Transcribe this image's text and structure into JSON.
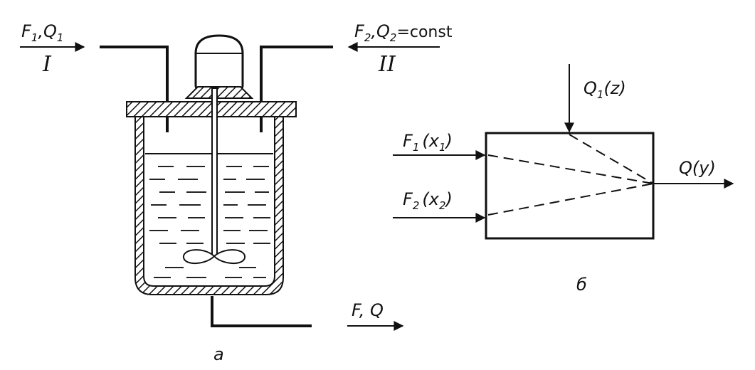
{
  "diagram_a": {
    "caption": "a",
    "inlet_1": {
      "symbol_f": "F",
      "sub_f": "1",
      "symbol_q": "Q",
      "sub_q": "1",
      "roman": "I"
    },
    "inlet_2": {
      "symbol_f": "F",
      "sub_f": "2",
      "symbol_q": "Q",
      "sub_q": "2",
      "suffix": "=const",
      "roman": "II"
    },
    "outlet": {
      "label": "F, Q"
    }
  },
  "diagram_b": {
    "caption": "б",
    "input_1": {
      "symbol": "F",
      "sub": "1",
      "var": "(x",
      "var_sub": "1",
      "var_end": ")"
    },
    "input_2": {
      "symbol": "F",
      "sub": "2",
      "var": "(x",
      "var_sub": "2",
      "var_end": ")"
    },
    "top_input": {
      "symbol": "Q",
      "sub": "1",
      "var": "(z)"
    },
    "output": {
      "label": "Q(y)"
    }
  },
  "colors": {
    "ink": "#111111",
    "background": "#ffffff",
    "liquid_dash": "#222222"
  }
}
